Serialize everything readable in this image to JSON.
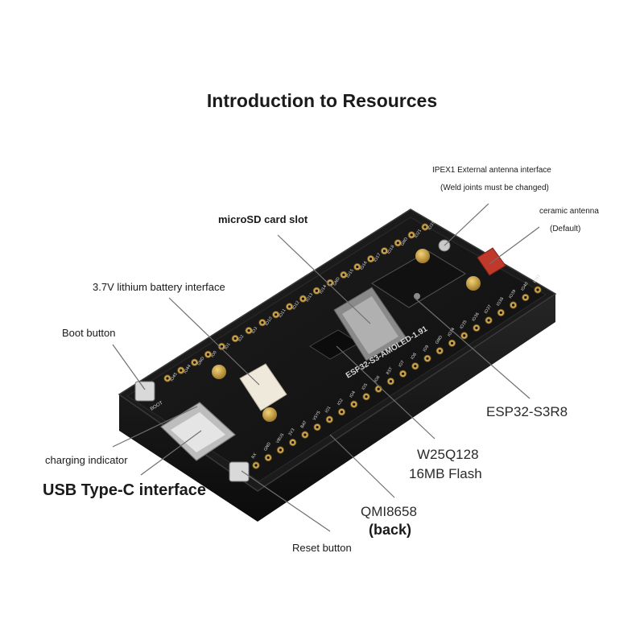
{
  "title": "Introduction to Resources",
  "callouts": {
    "ipex_line1": "IPEX1 External antenna interface",
    "ipex_line2": "(Weld joints must be changed)",
    "ceramic_line1": "ceramic antenna",
    "ceramic_line2": "(Default)",
    "microsd": "microSD card slot",
    "battery": "3.7V lithium battery interface",
    "boot": "Boot button",
    "charging": "charging indicator",
    "usb": "USB Type-C interface",
    "esp32": "ESP32-S3R8",
    "flash_line1": "W25Q128",
    "flash_line2": "16MB Flash",
    "qmi_line1": "QMI8658",
    "qmi_line2": "(back)",
    "reset": "Reset button"
  },
  "board": {
    "model_marking": "ESP32-S3-AMOLED-1.91",
    "boot_silk": "BOOT",
    "top_pins": [
      "IO45",
      "IO44",
      "GND",
      "IO0",
      "IO1",
      "IO2",
      "IO3",
      "IO10",
      "IO11",
      "IO12",
      "IO13",
      "IO14",
      "GND",
      "IO15",
      "IO16",
      "IO17",
      "IO18",
      "GND",
      "IO21",
      "IO33"
    ],
    "bottom_pins": [
      "RX",
      "GND",
      "VBUS",
      "3V3",
      "BAT",
      "VSYS",
      "IO1",
      "IO2",
      "IO4",
      "IO5",
      "IO6",
      "RST",
      "IO7",
      "IO8",
      "IO9",
      "GND",
      "IO34",
      "IO35",
      "IO36",
      "IO37",
      "IO38",
      "IO39",
      "IO40",
      "IO41"
    ]
  },
  "colors": {
    "board": "#141414",
    "case": "#232323",
    "gold": "#c9a24a",
    "brass": "#d6a942",
    "pcb_text": "#d8d8d8",
    "antenna": "#c0392b",
    "leader": "#707070"
  }
}
